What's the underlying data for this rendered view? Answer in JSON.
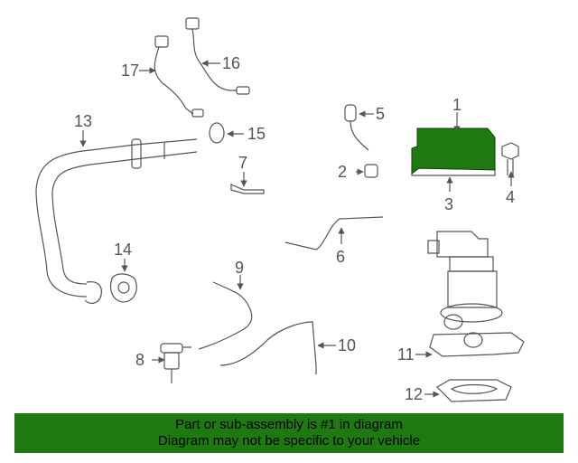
{
  "diagram": {
    "callouts": {
      "c1": "1",
      "c2": "2",
      "c3": "3",
      "c4": "4",
      "c5": "5",
      "c6": "6",
      "c7": "7",
      "c8": "8",
      "c9": "9",
      "c10": "10",
      "c11": "11",
      "c12": "12",
      "c13": "13",
      "c14": "14",
      "c15": "15",
      "c16": "16",
      "c17": "17"
    },
    "highlighted_part": "1",
    "colors": {
      "highlight": "#1e7a10",
      "line": "#555555",
      "text": "#555555"
    }
  },
  "banner": {
    "line1": "Part or sub-assembly is #1 in diagram",
    "line2": "Diagram may not be specific to your vehicle"
  }
}
